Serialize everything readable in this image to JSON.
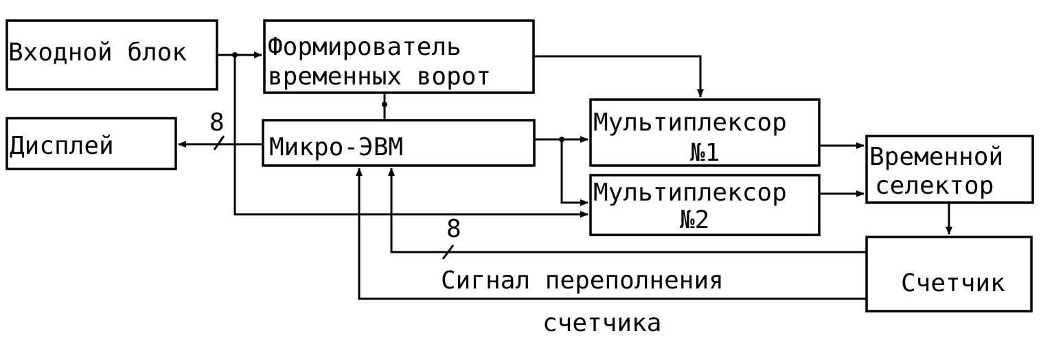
{
  "blocks": {
    "input_block": "Входной блок",
    "gate_former_line1": "Формирователь",
    "gate_former_line2": "временных ворот",
    "display": "Дисплей",
    "micro_computer": "Микро-ЭВМ",
    "mux1_line1": "Мультиплексор",
    "mux1_line2": "№1",
    "mux2_line1": "Мультиплексор",
    "mux2_line2": "№2",
    "time_selector_line1": "Временной",
    "time_selector_line2": "селектор",
    "counter": "Счетчик"
  },
  "annotations": {
    "bus_width_display": "8",
    "bus_width_counter": "8",
    "overflow_line1": "Сигнал переполнения",
    "overflow_line2": "счетчика"
  },
  "colors": {
    "ink": "#000000",
    "paper": "#ffffff"
  }
}
